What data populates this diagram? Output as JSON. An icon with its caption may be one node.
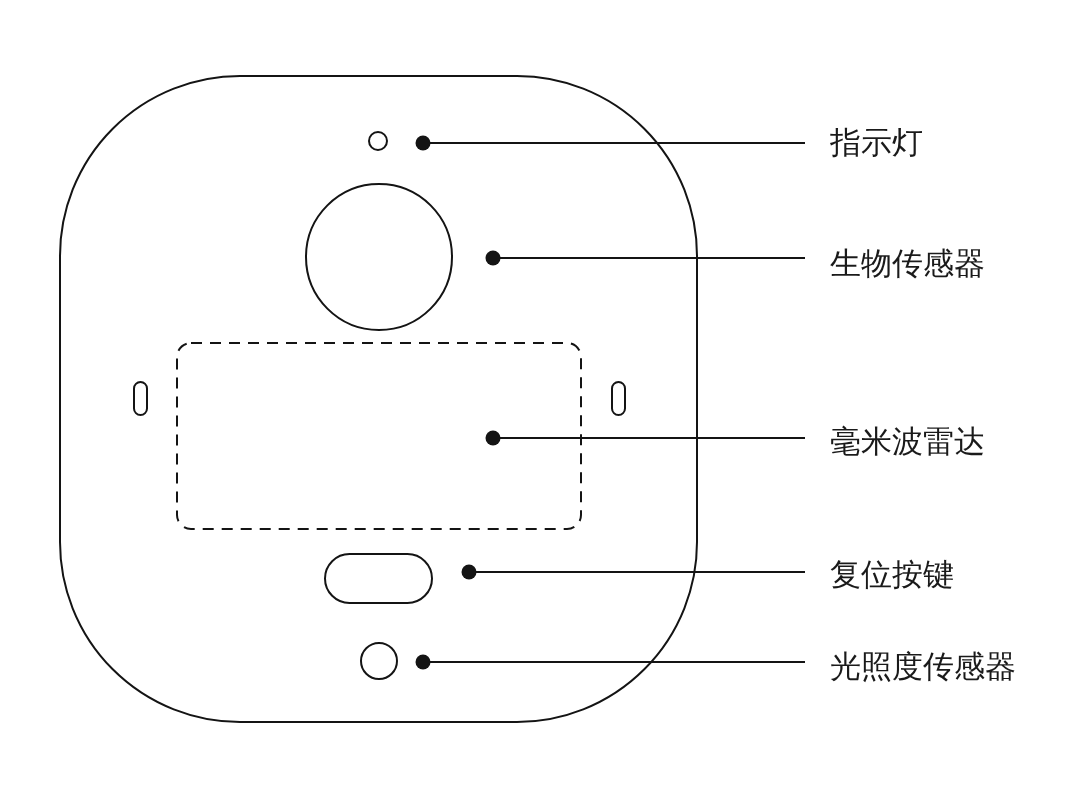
{
  "diagram": {
    "nodes": [
      {
        "text": [],
        "shape": "box"
      },
      {
        "text": [],
        "shape": "circle",
        "in": 0
      },
      {
        "text": [],
        "shape": "circle",
        "in": 0
      },
      {
        "text": [],
        "shape": "box",
        "in": 0
      },
      {
        "text": [],
        "shape": "oval",
        "in": 0
      },
      {
        "text": [],
        "shape": "circle",
        "in": 0
      },
      {
        "text": [
          "指示灯"
        ]
      },
      {
        "text": [
          "生物传感器"
        ]
      },
      {
        "text": [
          "毫米波雷达"
        ]
      },
      {
        "text": [
          "复位按键"
        ]
      },
      {
        "text": [
          "光照度传感器"
        ]
      }
    ],
    "edges": [
      {
        "from": 6,
        "to": 1,
        "arrow": "other"
      },
      {
        "from": 7,
        "to": 2,
        "arrow": "other"
      },
      {
        "from": 8,
        "to": 3,
        "arrow": "other"
      },
      {
        "from": 9,
        "to": 4,
        "arrow": "other"
      },
      {
        "from": 10,
        "to": 5,
        "arrow": "other"
      }
    ]
  }
}
